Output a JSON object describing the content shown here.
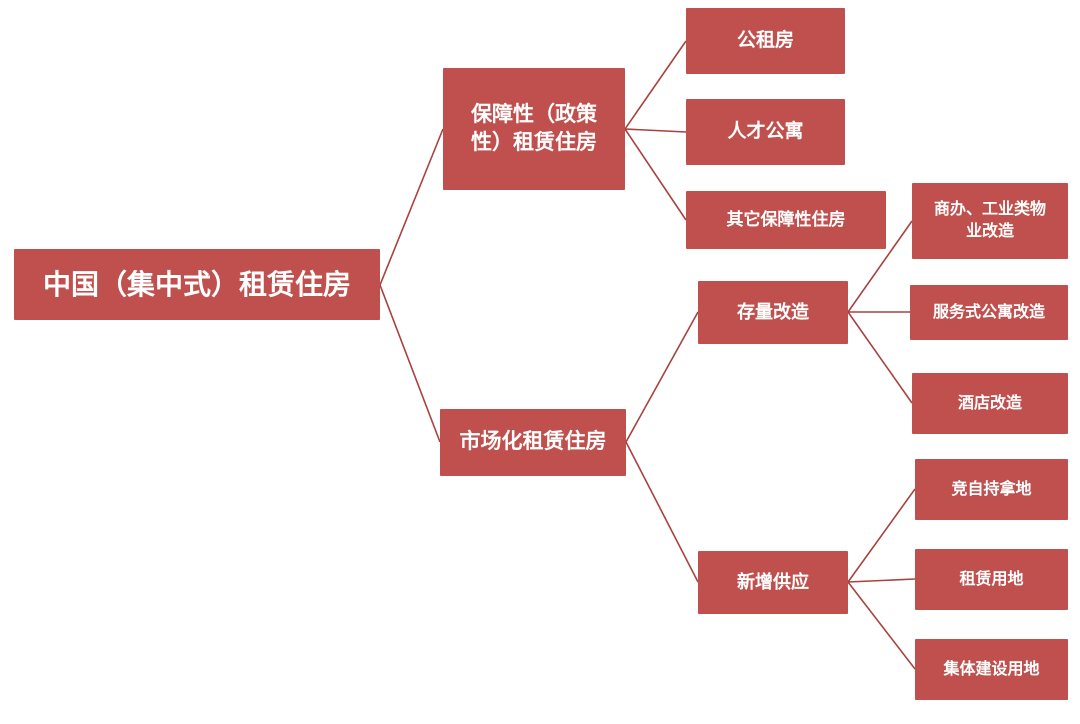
{
  "colors": {
    "box": "#C0504D",
    "line": "#A8423F",
    "text": "#FFFFFF"
  },
  "tree": {
    "root": "中国（集中式）租赁住房",
    "branches": [
      {
        "label": "保障性（政策性）租赁住房",
        "children": [
          {
            "label": "公租房"
          },
          {
            "label": "人才公寓"
          },
          {
            "label": "其它保障性住房"
          }
        ]
      },
      {
        "label": "市场化租赁住房",
        "children": [
          {
            "label": "存量改造",
            "children": [
              {
                "label": "商办、工业类物业改造"
              },
              {
                "label": "服务式公寓改造"
              },
              {
                "label": "酒店改造"
              }
            ]
          },
          {
            "label": "新增供应",
            "children": [
              {
                "label": "竞自持拿地"
              },
              {
                "label": "租赁用地"
              },
              {
                "label": "集体建设用地"
              }
            ]
          }
        ]
      }
    ]
  }
}
